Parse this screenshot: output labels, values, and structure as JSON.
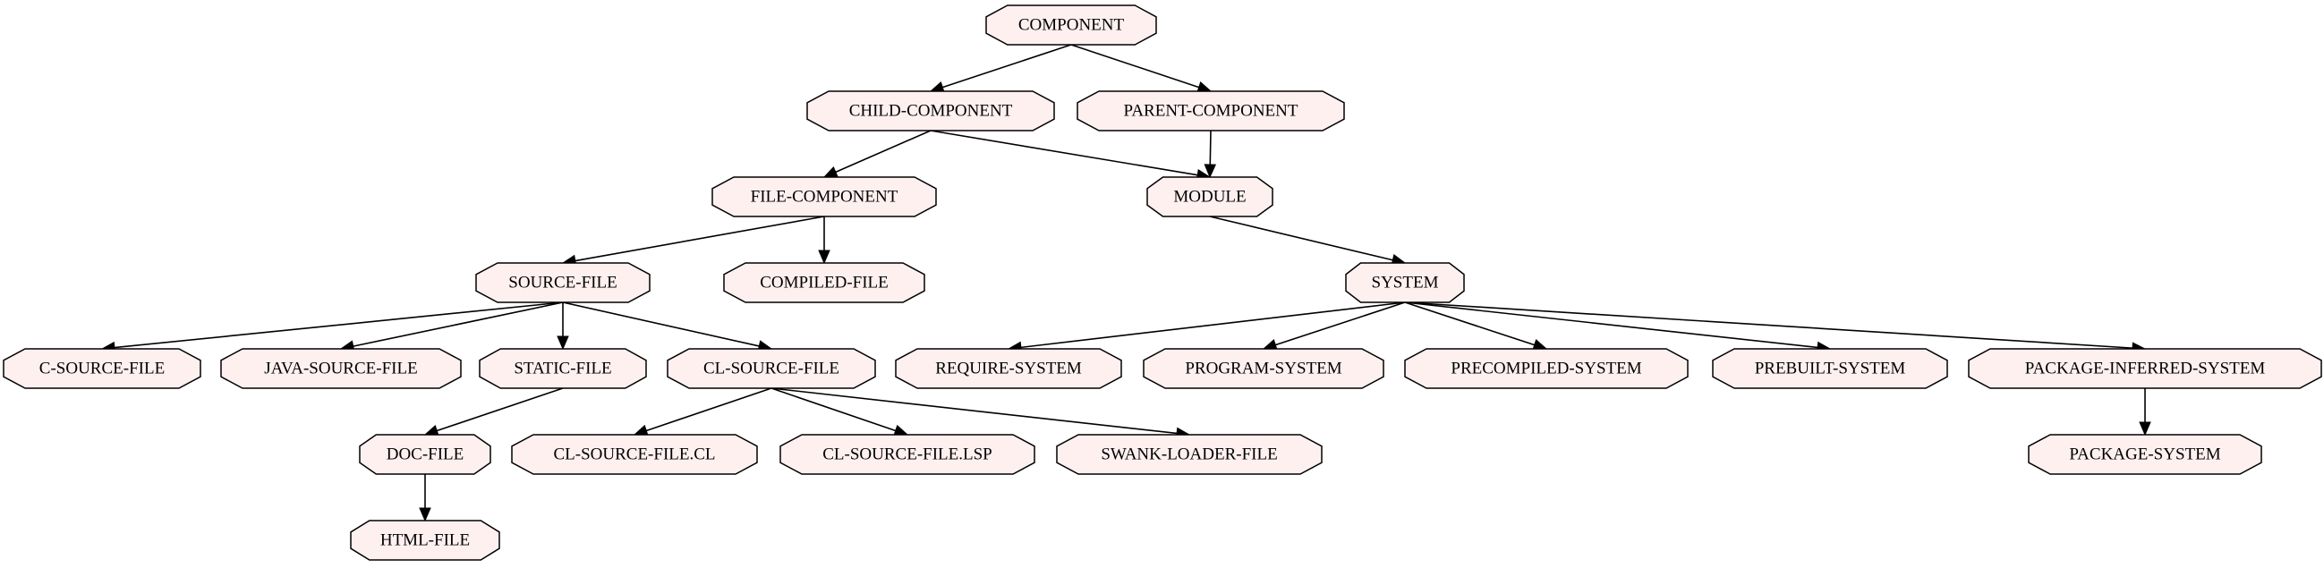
{
  "diagram": {
    "title": "",
    "colors": {
      "node_fill": "#fff0f0",
      "node_stroke": "#000000",
      "edge": "#000000",
      "text": "#000000"
    },
    "nodes": [
      {
        "id": "component",
        "label": "COMPONENT"
      },
      {
        "id": "child-component",
        "label": "CHILD-COMPONENT"
      },
      {
        "id": "parent-component",
        "label": "PARENT-COMPONENT"
      },
      {
        "id": "file-component",
        "label": "FILE-COMPONENT"
      },
      {
        "id": "module",
        "label": "MODULE"
      },
      {
        "id": "source-file",
        "label": "SOURCE-FILE"
      },
      {
        "id": "compiled-file",
        "label": "COMPILED-FILE"
      },
      {
        "id": "system",
        "label": "SYSTEM"
      },
      {
        "id": "c-source-file",
        "label": "C-SOURCE-FILE"
      },
      {
        "id": "java-source-file",
        "label": "JAVA-SOURCE-FILE"
      },
      {
        "id": "static-file",
        "label": "STATIC-FILE"
      },
      {
        "id": "cl-source-file",
        "label": "CL-SOURCE-FILE"
      },
      {
        "id": "require-system",
        "label": "REQUIRE-SYSTEM"
      },
      {
        "id": "program-system",
        "label": "PROGRAM-SYSTEM"
      },
      {
        "id": "precompiled-system",
        "label": "PRECOMPILED-SYSTEM"
      },
      {
        "id": "prebuilt-system",
        "label": "PREBUILT-SYSTEM"
      },
      {
        "id": "package-inferred-system",
        "label": "PACKAGE-INFERRED-SYSTEM"
      },
      {
        "id": "doc-file",
        "label": "DOC-FILE"
      },
      {
        "id": "cl-source-file-cl",
        "label": "CL-SOURCE-FILE.CL"
      },
      {
        "id": "cl-source-file-lsp",
        "label": "CL-SOURCE-FILE.LSP"
      },
      {
        "id": "swank-loader-file",
        "label": "SWANK-LOADER-FILE"
      },
      {
        "id": "package-system",
        "label": "PACKAGE-SYSTEM"
      },
      {
        "id": "html-file",
        "label": "HTML-FILE"
      }
    ],
    "edges": [
      {
        "from": "component",
        "to": "child-component"
      },
      {
        "from": "component",
        "to": "parent-component"
      },
      {
        "from": "child-component",
        "to": "file-component"
      },
      {
        "from": "child-component",
        "to": "module"
      },
      {
        "from": "parent-component",
        "to": "module"
      },
      {
        "from": "file-component",
        "to": "source-file"
      },
      {
        "from": "file-component",
        "to": "compiled-file"
      },
      {
        "from": "module",
        "to": "system"
      },
      {
        "from": "source-file",
        "to": "c-source-file"
      },
      {
        "from": "source-file",
        "to": "java-source-file"
      },
      {
        "from": "source-file",
        "to": "static-file"
      },
      {
        "from": "source-file",
        "to": "cl-source-file"
      },
      {
        "from": "system",
        "to": "require-system"
      },
      {
        "from": "system",
        "to": "program-system"
      },
      {
        "from": "system",
        "to": "precompiled-system"
      },
      {
        "from": "system",
        "to": "prebuilt-system"
      },
      {
        "from": "system",
        "to": "package-inferred-system"
      },
      {
        "from": "static-file",
        "to": "doc-file"
      },
      {
        "from": "cl-source-file",
        "to": "cl-source-file-cl"
      },
      {
        "from": "cl-source-file",
        "to": "cl-source-file-lsp"
      },
      {
        "from": "cl-source-file",
        "to": "swank-loader-file"
      },
      {
        "from": "package-inferred-system",
        "to": "package-system"
      },
      {
        "from": "doc-file",
        "to": "html-file"
      }
    ]
  }
}
